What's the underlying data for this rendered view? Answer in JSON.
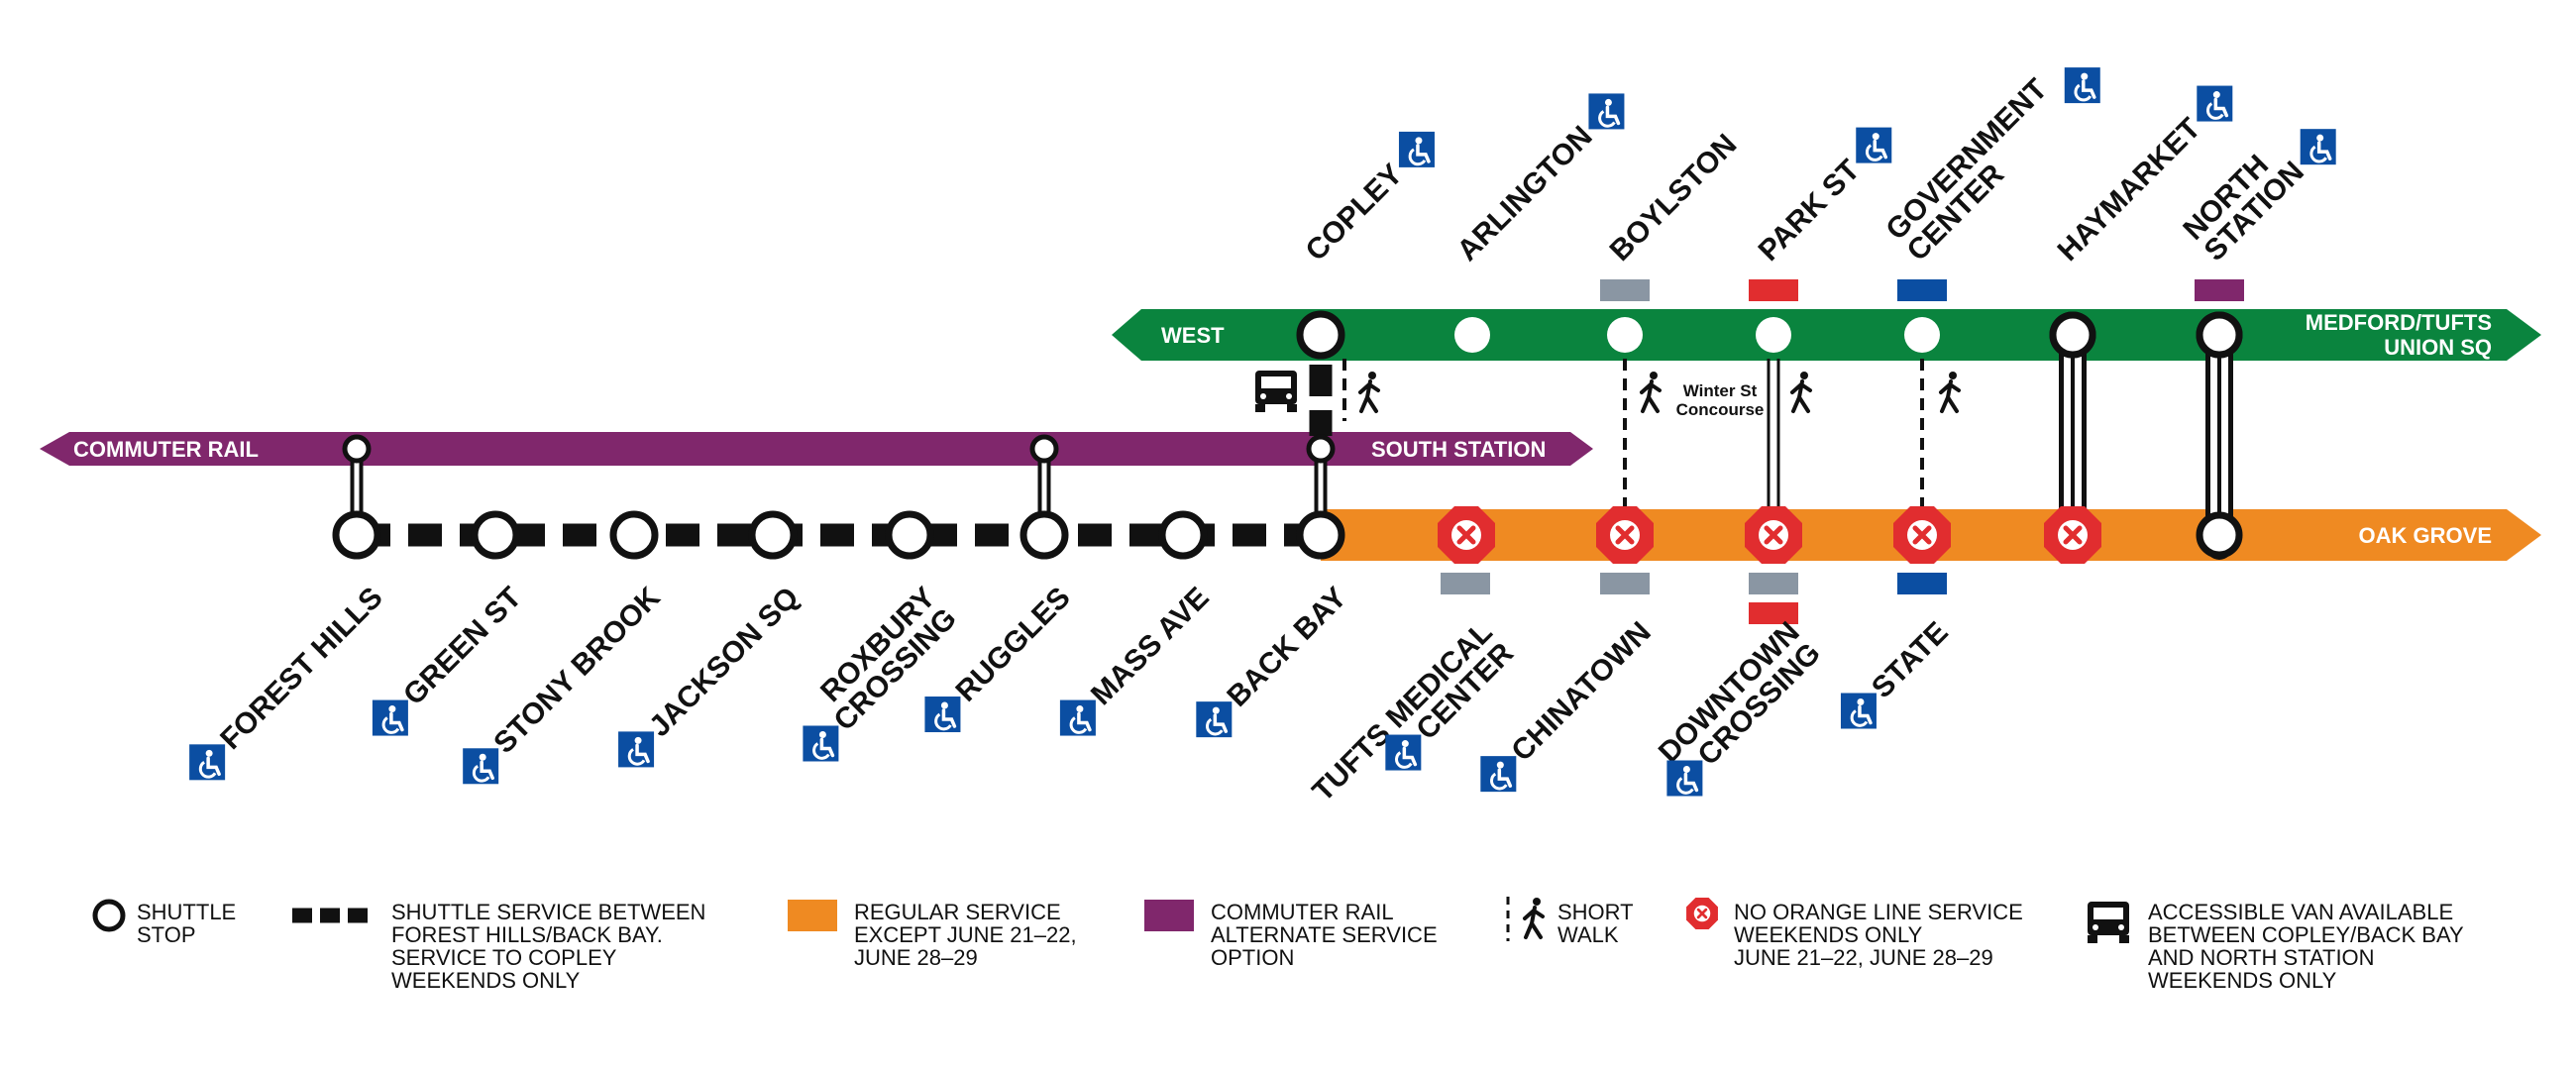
{
  "colors": {
    "green": "#0a843e",
    "orange": "#ef8a22",
    "purple": "#80276c",
    "red": "#e12d2f",
    "blue": "#0b4ea2",
    "gray": "#8a96a3",
    "black": "#111111"
  },
  "lines": {
    "green_west": "WEST",
    "green_east_1": "MEDFORD/TUFTS",
    "green_east_2": "UNION SQ",
    "commuter_rail": "COMMUTER RAIL",
    "south_station": "SOUTH STATION",
    "oak_grove": "OAK GROVE"
  },
  "green_stations": [
    {
      "name": [
        "COPLEY"
      ],
      "accessible": true
    },
    {
      "name": [
        "ARLINGTON"
      ],
      "accessible": true
    },
    {
      "name": [
        "BOYLSTON"
      ],
      "accessible": false
    },
    {
      "name": [
        "PARK ST"
      ],
      "accessible": true
    },
    {
      "name": [
        "GOVERNMENT",
        "CENTER"
      ],
      "accessible": true
    },
    {
      "name": [
        "HAYMARKET"
      ],
      "accessible": true
    },
    {
      "name": [
        "NORTH",
        "STATION"
      ],
      "accessible": true
    }
  ],
  "orange_stations": [
    {
      "name": [
        "FOREST HILLS"
      ],
      "accessible": true
    },
    {
      "name": [
        "GREEN ST"
      ],
      "accessible": true
    },
    {
      "name": [
        "STONY BROOK"
      ],
      "accessible": true
    },
    {
      "name": [
        "JACKSON SQ"
      ],
      "accessible": true
    },
    {
      "name": [
        "ROXBURY",
        "CROSSING"
      ],
      "accessible": true
    },
    {
      "name": [
        "RUGGLES"
      ],
      "accessible": true
    },
    {
      "name": [
        "MASS AVE"
      ],
      "accessible": true
    },
    {
      "name": [
        "BACK BAY"
      ],
      "accessible": true
    },
    {
      "name": [
        "TUFTS MEDICAL",
        "CENTER"
      ],
      "accessible": true
    },
    {
      "name": [
        "CHINATOWN"
      ],
      "accessible": true
    },
    {
      "name": [
        "DOWNTOWN",
        "CROSSING"
      ],
      "accessible": true
    },
    {
      "name": [
        "STATE"
      ],
      "accessible": true
    }
  ],
  "concourse": [
    "Winter St",
    "Concourse"
  ],
  "legend": [
    {
      "icon": "shuttle-stop-icon",
      "lines": [
        "SHUTTLE",
        "STOP"
      ]
    },
    {
      "icon": "shuttle-dash-icon",
      "lines": [
        "SHUTTLE SERVICE BETWEEN",
        "FOREST HILLS/BACK BAY.",
        "SERVICE TO COPLEY",
        "WEEKENDS ONLY"
      ]
    },
    {
      "icon": "orange-swatch-icon",
      "lines": [
        "REGULAR SERVICE",
        "EXCEPT JUNE 21–22,",
        "JUNE 28–29"
      ]
    },
    {
      "icon": "purple-swatch-icon",
      "lines": [
        "COMMUTER RAIL",
        "ALTERNATE SERVICE",
        "OPTION"
      ]
    },
    {
      "icon": "short-walk-icon",
      "lines": [
        "SHORT",
        "WALK"
      ]
    },
    {
      "icon": "no-service-icon",
      "lines": [
        "NO ORANGE LINE SERVICE",
        "WEEKENDS ONLY",
        "JUNE 21–22, JUNE 28–29"
      ]
    },
    {
      "icon": "accessible-van-icon",
      "lines": [
        "ACCESSIBLE VAN AVAILABLE",
        "BETWEEN COPLEY/BACK BAY",
        "AND NORTH STATION",
        "WEEKENDS ONLY"
      ]
    }
  ]
}
